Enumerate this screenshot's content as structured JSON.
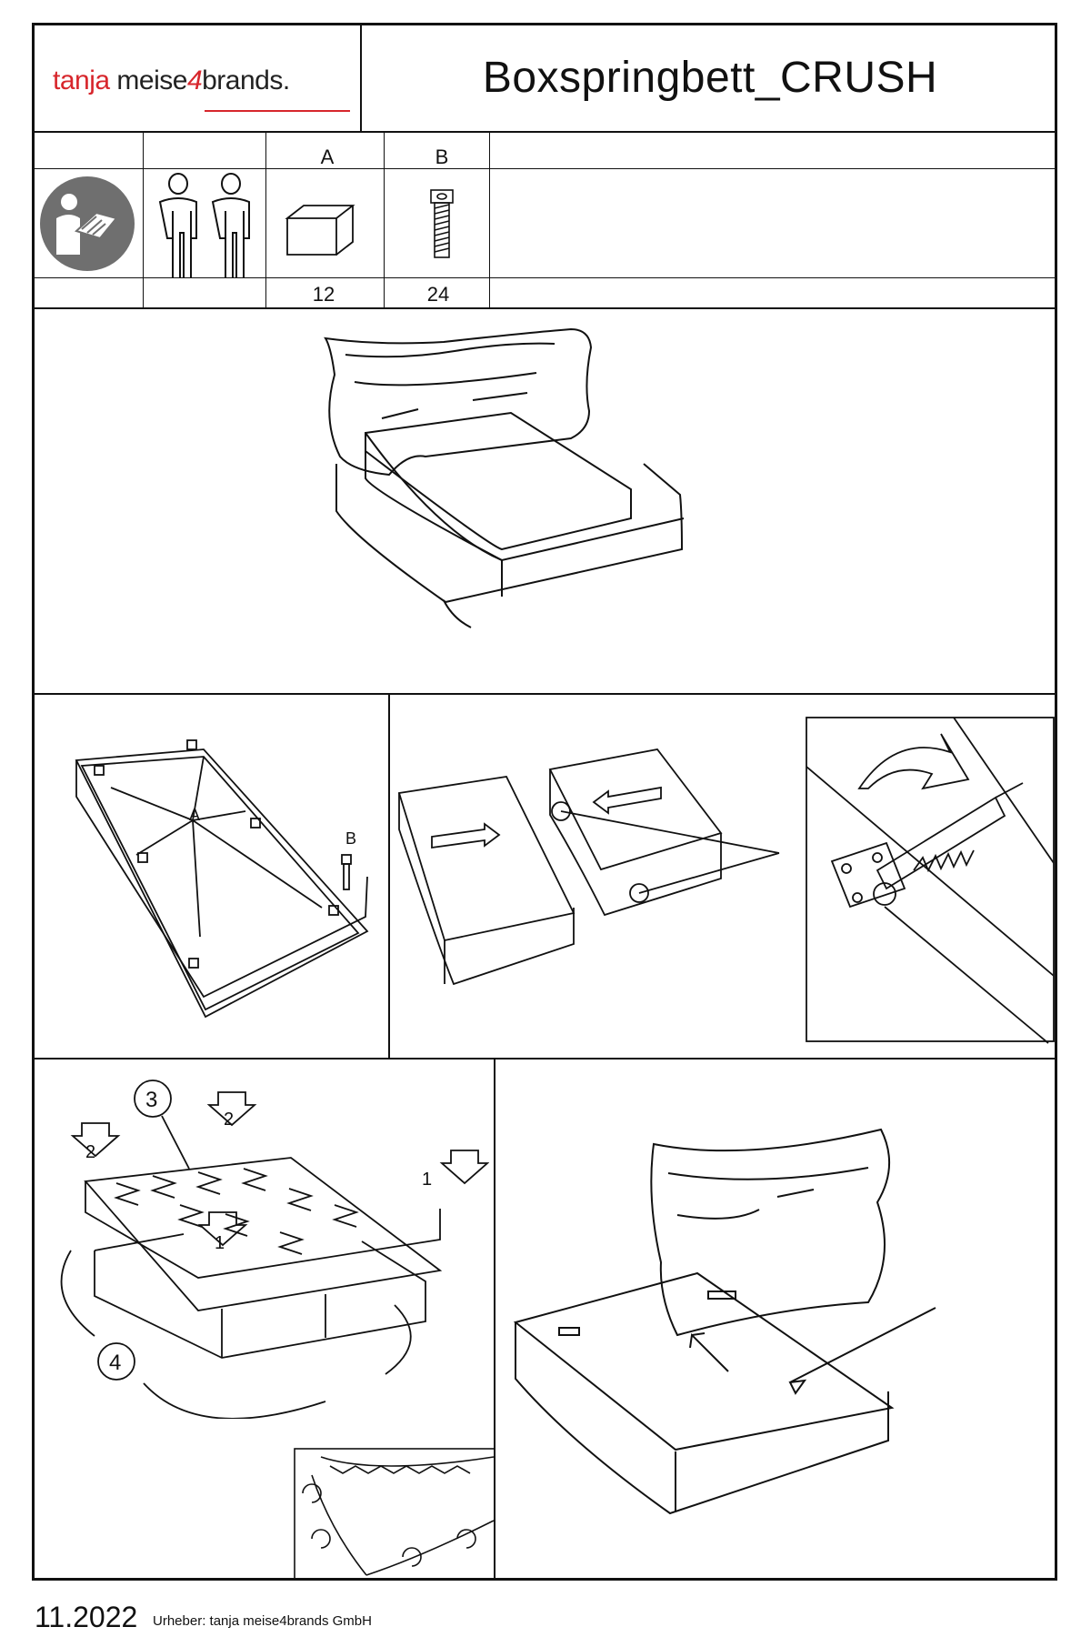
{
  "header": {
    "brand_part1": "tanja",
    "brand_part2": "meise",
    "brand_part3": "4",
    "brand_part4": "brands.",
    "title": "Boxspringbett_CRUSH"
  },
  "parts": {
    "items": [
      {
        "letter": "A",
        "qty": "12",
        "icon": "block-icon"
      },
      {
        "letter": "B",
        "qty": "24",
        "icon": "screw-icon"
      }
    ],
    "read_manual_icon": "read-manual-icon",
    "two_persons_icon": "two-persons-icon"
  },
  "step2": {
    "label_a": "A",
    "label_b": "B"
  },
  "step4": {
    "num_3": "3",
    "num_2": "2",
    "num_1": "1",
    "num_4": "4"
  },
  "footer": {
    "date": "11.2022",
    "author": "Urheber: tanja meise4brands GmbH"
  }
}
